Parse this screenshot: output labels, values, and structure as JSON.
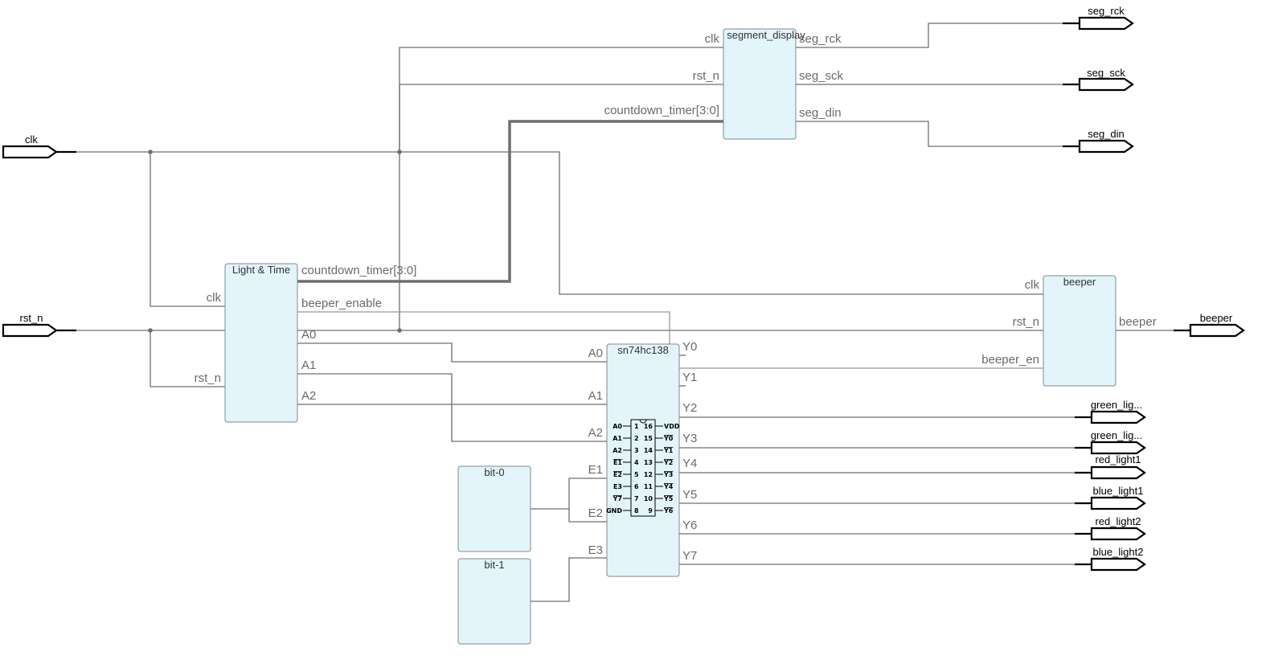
{
  "ports": {
    "clk": "clk",
    "rst_n": "rst_n",
    "seg_rck": "seg_rck",
    "seg_sck": "seg_sck",
    "seg_din": "seg_din",
    "beeper": "beeper",
    "green_light_a": "green_lig...",
    "green_light_b": "green_lig...",
    "red_light1": "red_light1",
    "blue_light1": "blue_light1",
    "red_light2": "red_light2",
    "blue_light2": "blue_light2"
  },
  "blocks": {
    "light_time": {
      "title": "Light & Time",
      "in_clk": "clk",
      "in_rst_n": "rst_n",
      "out_countdown": "countdown_timer[3:0]",
      "out_beeper_enable": "beeper_enable",
      "out_a0": "A0",
      "out_a1": "A1",
      "out_a2": "A2"
    },
    "segment_display": {
      "title": "segment_display",
      "in_clk": "clk",
      "in_rst_n": "rst_n",
      "in_countdown": "countdown_timer[3:0]",
      "out_seg_rck": "seg_rck",
      "out_seg_sck": "seg_sck",
      "out_seg_din": "seg_din"
    },
    "beeper": {
      "title": "beeper",
      "in_clk": "clk",
      "in_rst_n": "rst_n",
      "in_beeper_en": "beeper_en",
      "out_beeper": "beeper"
    },
    "decoder": {
      "title": "sn74hc138",
      "in_a0": "A0",
      "in_a1": "A1",
      "in_a2": "A2",
      "in_e1": "E1",
      "in_e2": "E2",
      "in_e3": "E3",
      "out_y0": "Y0",
      "out_y1": "Y1",
      "out_y2": "Y2",
      "out_y3": "Y3",
      "out_y4": "Y4",
      "out_y5": "Y5",
      "out_y6": "Y6",
      "out_y7": "Y7"
    },
    "bit0": {
      "title": "bit-0"
    },
    "bit1": {
      "title": "bit-1"
    }
  },
  "chip_icon": {
    "left_pins": [
      {
        "name": "A0",
        "num": "1"
      },
      {
        "name": "A1",
        "num": "2"
      },
      {
        "name": "A2",
        "num": "3"
      },
      {
        "name": "E1",
        "num": "4"
      },
      {
        "name": "E2",
        "num": "5"
      },
      {
        "name": "E3",
        "num": "6"
      },
      {
        "name": "Y7",
        "num": "7"
      },
      {
        "name": "GND",
        "num": "8"
      }
    ],
    "right_pins": [
      {
        "name": "VDD",
        "num": "16"
      },
      {
        "name": "Y0",
        "num": "15"
      },
      {
        "name": "Y1",
        "num": "14"
      },
      {
        "name": "Y2",
        "num": "13"
      },
      {
        "name": "Y3",
        "num": "12"
      },
      {
        "name": "Y4",
        "num": "11"
      },
      {
        "name": "Y5",
        "num": "10"
      },
      {
        "name": "Y6",
        "num": "9"
      }
    ],
    "overlined": [
      "E1",
      "E2",
      "Y7",
      "Y0",
      "Y1",
      "Y2",
      "Y3",
      "Y4",
      "Y5",
      "Y6"
    ]
  },
  "colors": {
    "block_fill": "#e3f4fb",
    "wire": "#6f6f6f",
    "port_outline": "#000000"
  }
}
